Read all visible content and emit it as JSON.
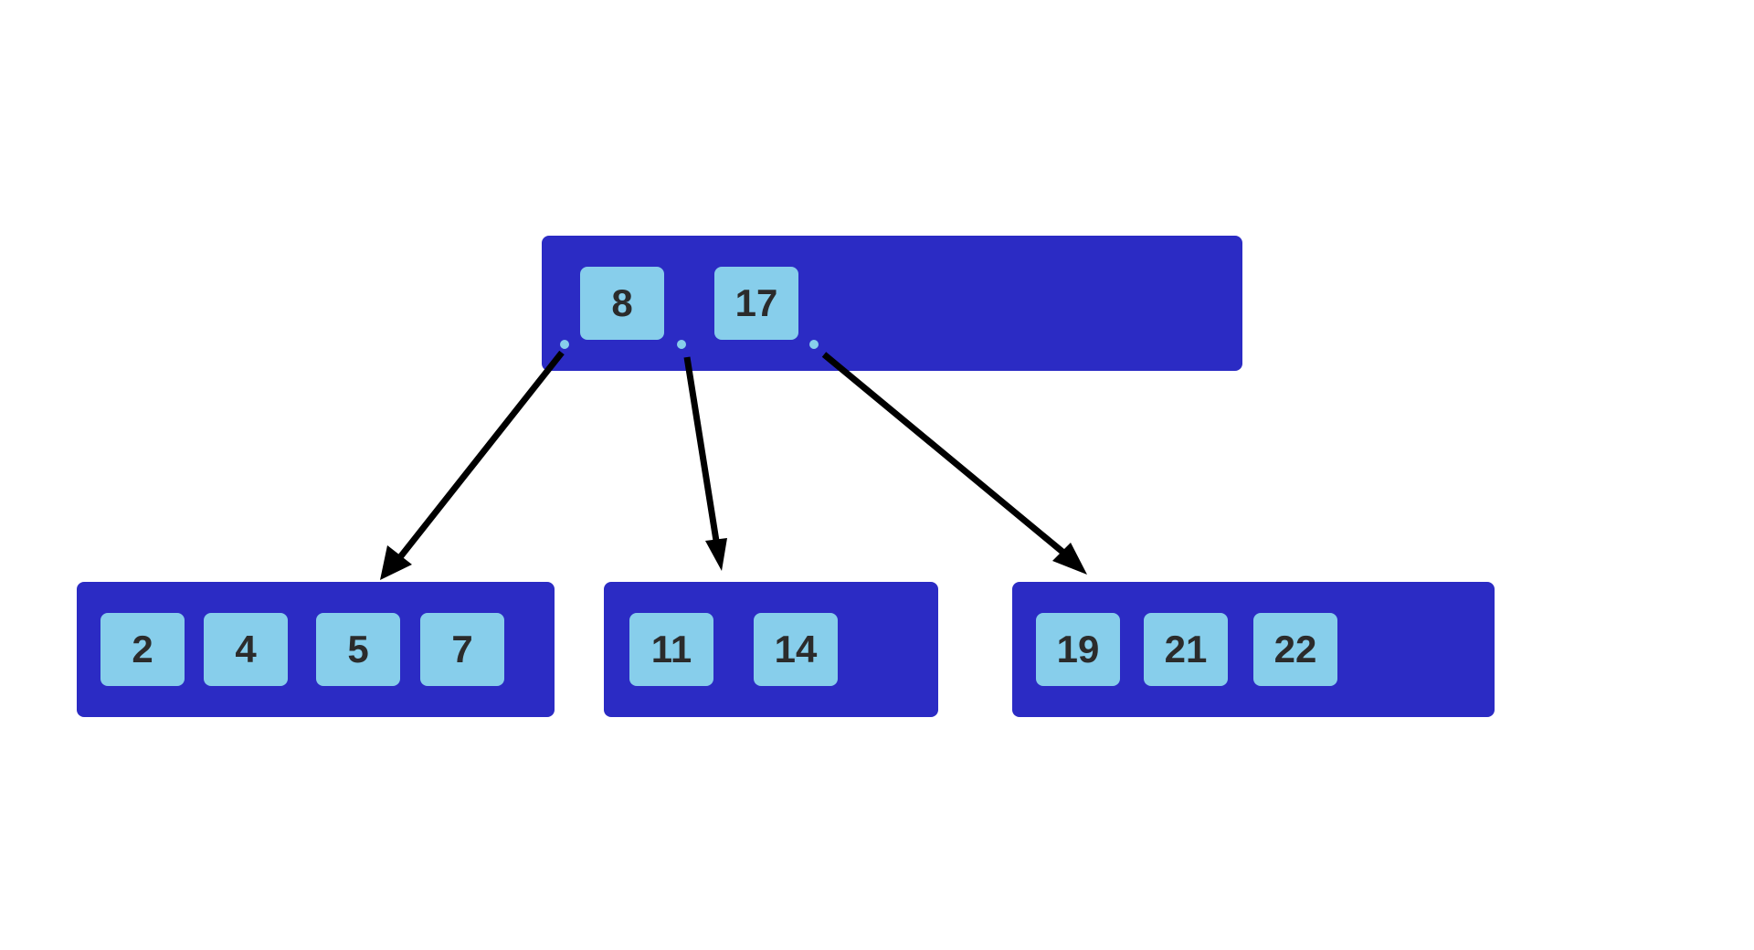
{
  "tree": {
    "root": {
      "keys": [
        "8",
        "17"
      ]
    },
    "children": [
      {
        "keys": [
          "2",
          "4",
          "5",
          "7"
        ]
      },
      {
        "keys": [
          "11",
          "14"
        ]
      },
      {
        "keys": [
          "19",
          "21",
          "22"
        ]
      }
    ]
  },
  "colors": {
    "node_fill": "#2b2bc4",
    "key_fill": "#87ceeb",
    "key_text": "#2b2b2b",
    "arrow": "#000000"
  }
}
